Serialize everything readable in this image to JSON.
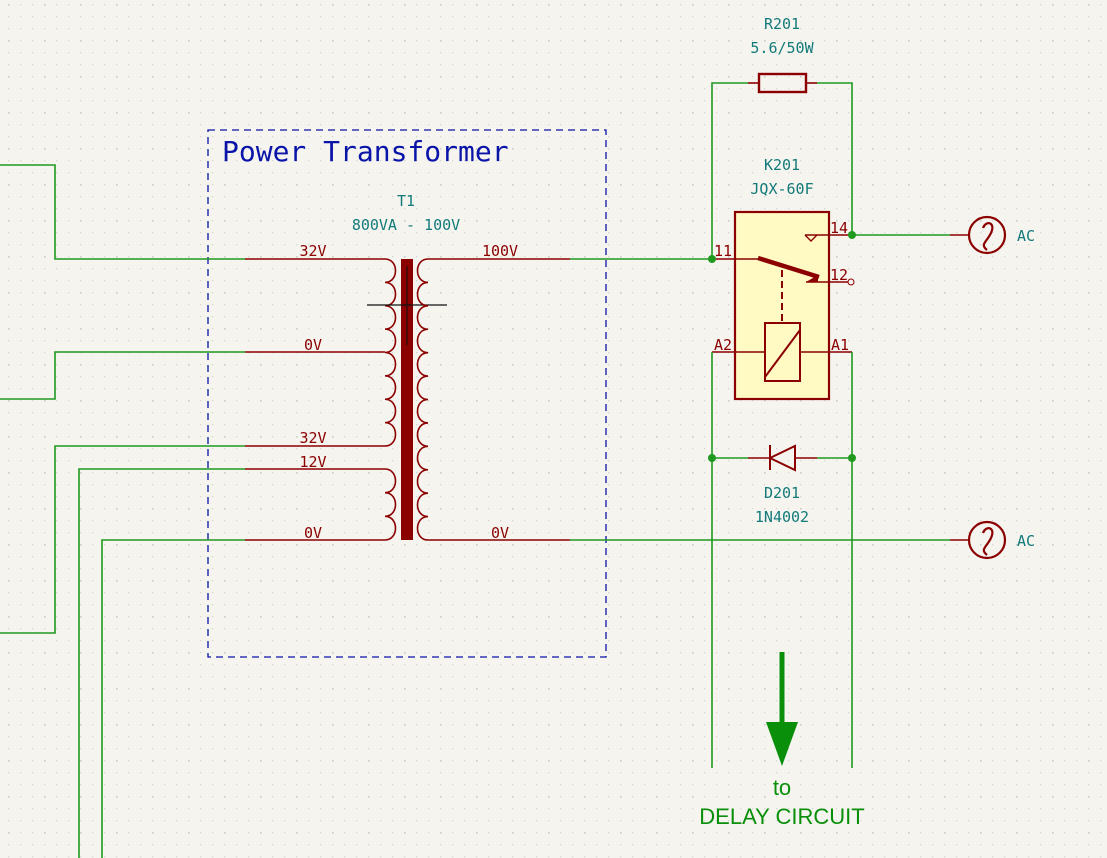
{
  "schematic": {
    "group_title": "Power Transformer",
    "transformer": {
      "ref": "T1",
      "value": "800VA - 100V",
      "primary_taps": [
        "32V",
        "0V",
        "32V",
        "12V",
        "0V"
      ],
      "secondary_taps": [
        "100V",
        "0V"
      ]
    },
    "resistor": {
      "ref": "R201",
      "value": "5.6/50W"
    },
    "relay": {
      "ref": "K201",
      "value": "JQX-60F",
      "pins": {
        "p11": "11",
        "p12": "12",
        "p14": "14",
        "a1": "A1",
        "a2": "A2"
      }
    },
    "diode": {
      "ref": "D201",
      "value": "1N4002"
    },
    "ac_sources": [
      {
        "label": "AC"
      },
      {
        "label": "AC"
      }
    ],
    "annotation": {
      "line1": "to",
      "line2": "DELAY CIRCUIT"
    },
    "colors": {
      "background": "#f5f4ef",
      "wire": "#1f9a1f",
      "symbol": "#8b0000",
      "field_text": "#137a7a",
      "group_border": "#0a14a8",
      "relay_fill": "#fff9c4",
      "annotation": "#0a8f0a"
    }
  }
}
